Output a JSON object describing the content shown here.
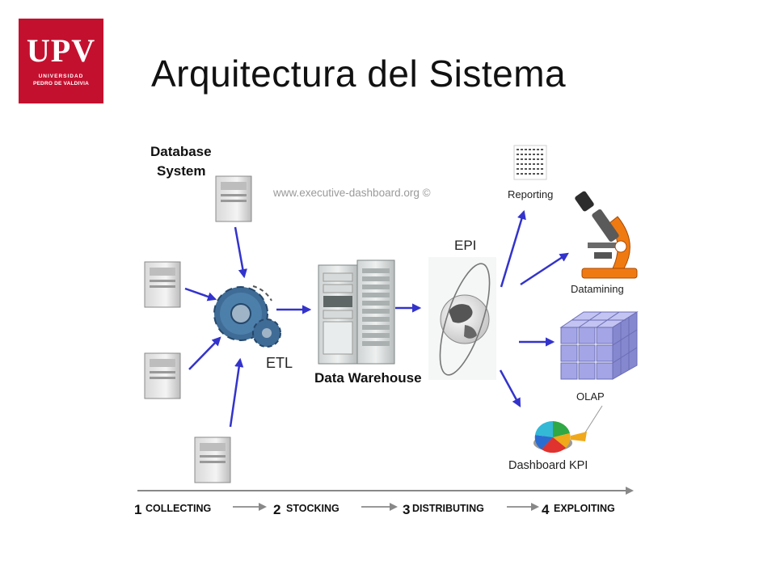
{
  "logo": {
    "mark": "UPV",
    "line1": "UNIVERSIDAD",
    "line2": "PEDRO DE VALDIVIA",
    "color": "#c4102f"
  },
  "slide": {
    "title": "Arquitectura del Sistema"
  },
  "diagram": {
    "database_label_1": "Database",
    "database_label_2": "System",
    "watermark": "www.executive-dashboard.org ©",
    "etl_label": "ETL",
    "warehouse_label": "Data Warehouse",
    "epi_label": "EPI",
    "reporting_label": "Reporting",
    "datamining_label": "Datamining",
    "olap_label": "OLAP",
    "dashboard_label": "Dashboard KPI",
    "stages": [
      {
        "num": "1",
        "label": "COLLECTING"
      },
      {
        "num": "2",
        "label": "STOCKING"
      },
      {
        "num": "3",
        "label": "DISTRIBUTING"
      },
      {
        "num": "4",
        "label": "EXPLOITING"
      }
    ],
    "colors": {
      "arrow": "#3333cc",
      "gear": "#3f6c96",
      "microscope": "#f07a12",
      "cube": "#a3a5e6"
    }
  }
}
